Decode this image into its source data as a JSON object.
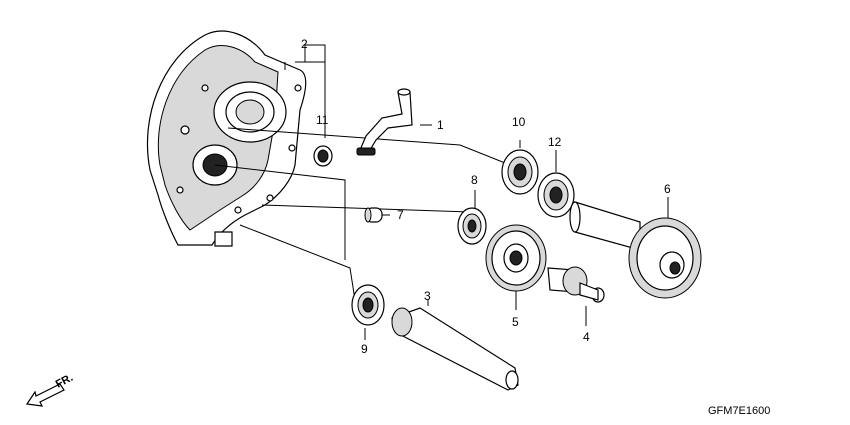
{
  "callouts": {
    "c1": "1",
    "c2": "2",
    "c3": "3",
    "c4": "4",
    "c5": "5",
    "c6": "6",
    "c7": "7",
    "c8": "8",
    "c9": "9",
    "c10": "10",
    "c11": "11",
    "c12": "12"
  },
  "direction": {
    "label": "FR."
  },
  "drawing_code": "GFM7E1600",
  "icons": {
    "direction_arrow": "front-direction-arrow-icon"
  }
}
